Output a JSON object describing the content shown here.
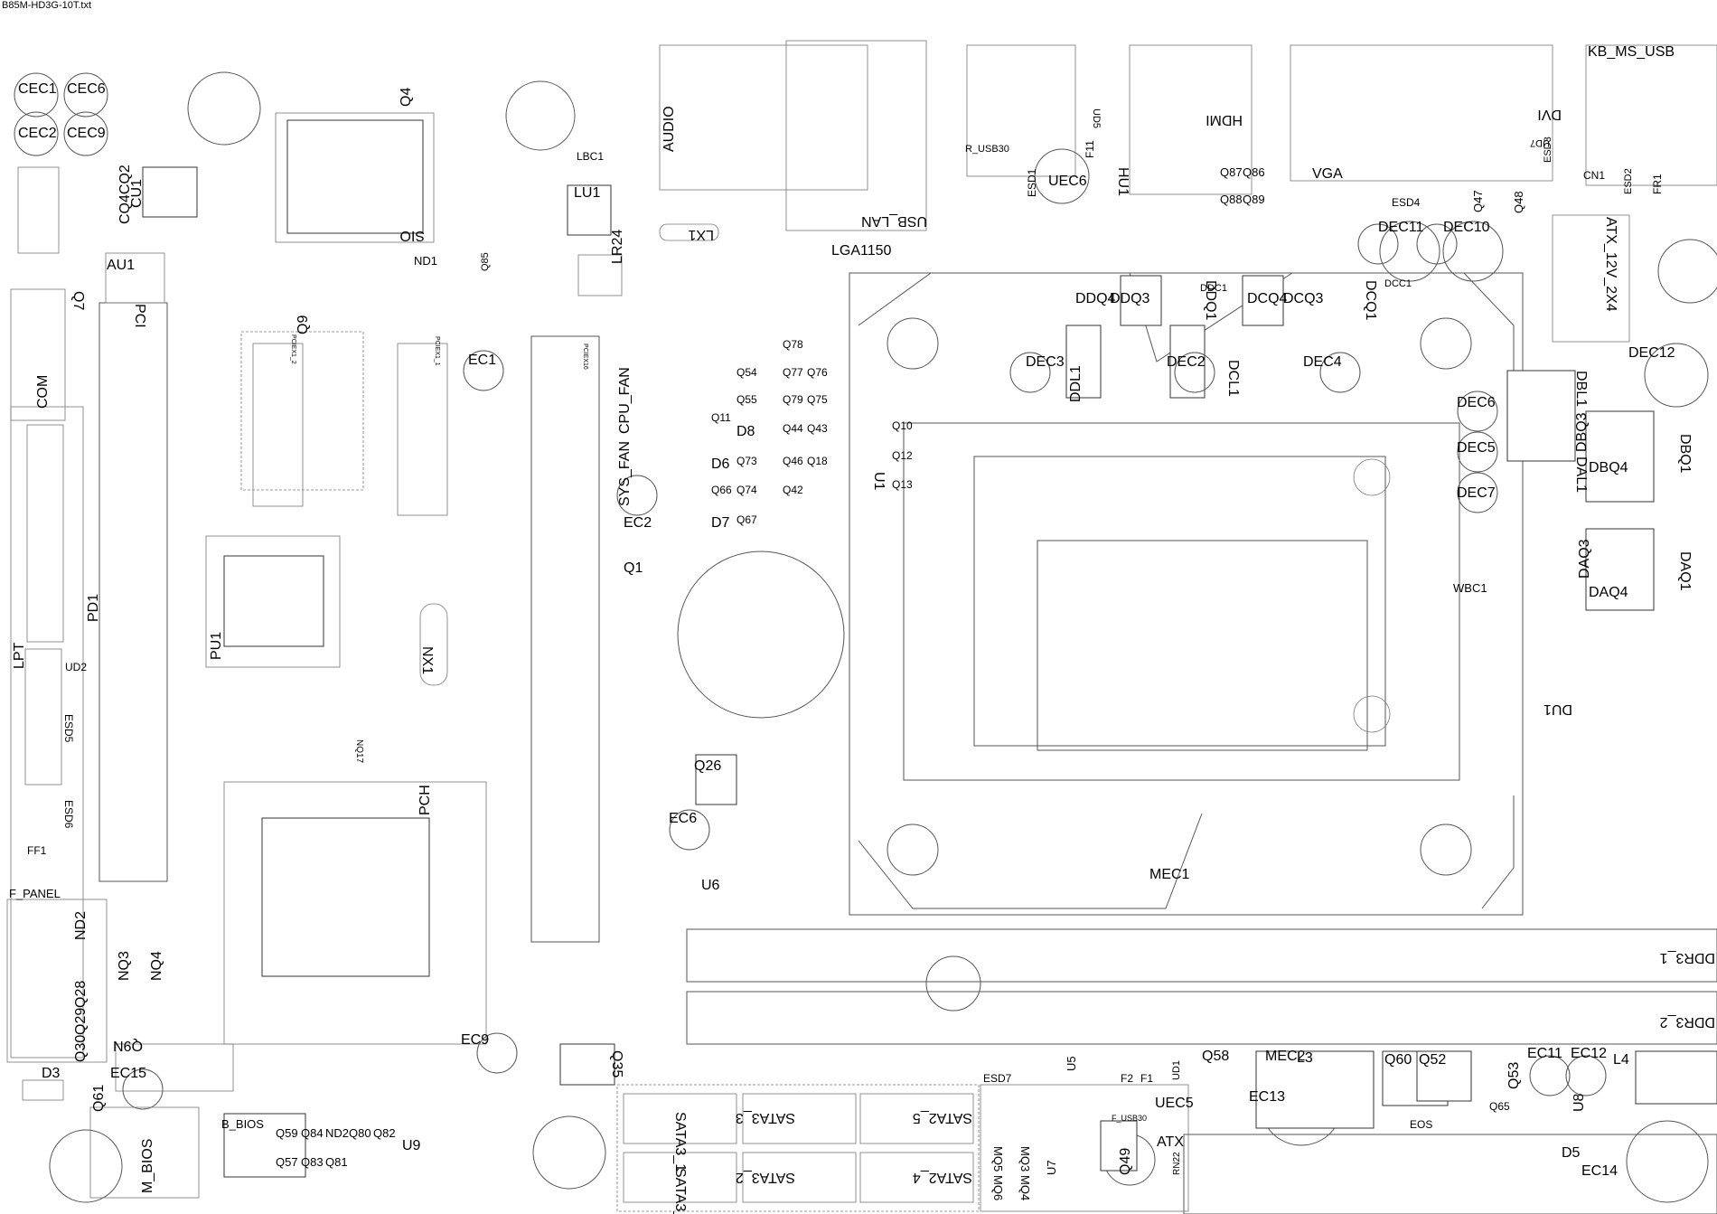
{
  "title": "B85M-HD3G-10T.txt",
  "labels": [
    "CEC1",
    "CEC6",
    "CEC2",
    "CEC9",
    "CU1",
    "CQ4CQ2",
    "SIO",
    "Q4",
    "ND1",
    "Q85",
    "AUDIO",
    "LBC1",
    "LU1",
    "LR24",
    "LX1",
    "USB_LAN",
    "LGA1150",
    "R_USB30",
    "ESD1",
    "UEC6",
    "UD5",
    "F11",
    "HU1",
    "HDMI",
    "Q87",
    "Q86",
    "Q88",
    "Q89",
    "VGA",
    "ESD4",
    "ESD3",
    "DVI",
    "UD7",
    "KB_MS_USB",
    "CN1",
    "ESD2",
    "FR1",
    "Q47",
    "Q48",
    "DEC11",
    "DEC10",
    "ATX_12V_2X4",
    "DEC12",
    "AU1",
    "PCI",
    "Q7",
    "COM",
    "LPT",
    "PD1",
    "UD2",
    "ESD5",
    "ESD6",
    "FF1",
    "F_PANEL",
    "Q9",
    "PCIEX1_2",
    "PCIEX1_1",
    "PCIEX16",
    "EC1",
    "CPU_FAN",
    "SYS_FAN",
    "EC2",
    "Q1",
    "PU1",
    "NX1",
    "Q78",
    "Q54",
    "Q77",
    "Q76",
    "Q55",
    "Q79",
    "Q75",
    "Q11",
    "D8",
    "Q44",
    "Q43",
    "D6",
    "Q73",
    "Q46",
    "Q18",
    "Q66",
    "Q74",
    "Q42",
    "D7",
    "Q67",
    "Q10",
    "Q12",
    "Q13",
    "U1",
    "DDQ3",
    "DDQ4",
    "DDQ1",
    "DDC1",
    "DCQ3",
    "DCQ4",
    "DCQ1",
    "DCC1",
    "DEC3",
    "DDL1",
    "DEC2",
    "DCL1",
    "DEC4",
    "DEC6",
    "DEC5",
    "DEC7",
    "DBL1",
    "DBQ3",
    "DBQ1",
    "DBQ4",
    "DAL1",
    "DAQ3",
    "DAQ1",
    "DAQ4",
    "WBC1",
    "DU1",
    "Q26",
    "EC6",
    "U6",
    "PCH",
    "MEC1",
    "DDR3_1",
    "DDR3_2",
    "NQ17",
    "ND2",
    "NQ3",
    "NQ4",
    "Q28",
    "Q29",
    "Q30",
    "Q9N",
    "EC15",
    "D3",
    "Q61",
    "M_BIOS",
    "B_BIOS",
    "Q59",
    "Q84",
    "ND2Q80",
    "Q82",
    "Q57",
    "Q83",
    "Q81",
    "U9",
    "EC9",
    "Q35",
    "SATA3_1",
    "SATA3_3",
    "SATA2_5",
    "SATA3_0",
    "SATA3_2",
    "SATA2_4",
    "ESD7",
    "MQ5",
    "MQ6",
    "MQ3",
    "MQ4",
    "U7",
    "U5",
    "F2",
    "F1",
    "UD1",
    "UEC5",
    "F_USB30",
    "ATX",
    "Q49",
    "RN22",
    "Q58",
    "MEC2",
    "EC13",
    "L3",
    "Q60",
    "Q52",
    "Q53",
    "EC11",
    "EC12",
    "L4",
    "U8",
    "Q65",
    "EOS",
    "D5",
    "EC14"
  ]
}
